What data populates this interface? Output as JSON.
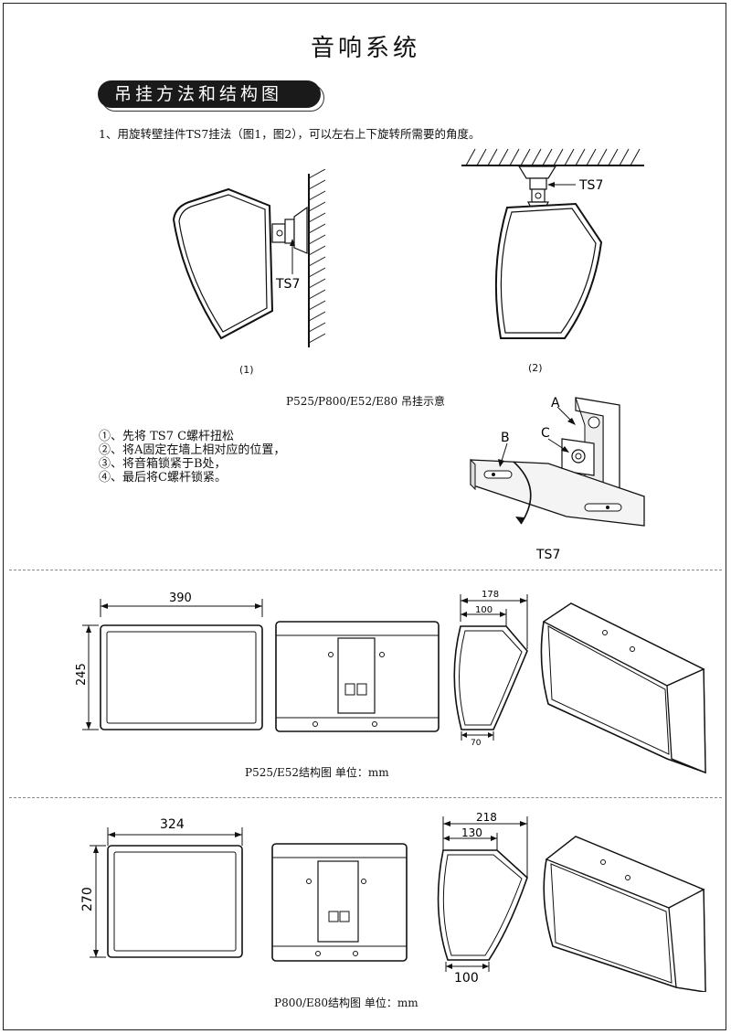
{
  "title": "音响系统",
  "section_heading": "吊挂方法和结构图",
  "step1_text": "1、用旋转壁挂件TS7挂法（图1，图2），可以左右上下旋转所需要的角度。",
  "fig1": {
    "label": "(1)",
    "part": "TS7"
  },
  "fig2": {
    "label": "(2)",
    "part": "TS7"
  },
  "hanging_caption": "P525/P800/E52/E80 吊挂示意",
  "steps": [
    "①、先将 TS7 C螺杆扭松",
    "②、将A固定在墙上相对应的位置，",
    "③、将音箱锁紧于B处，",
    "④、最后将C螺杆锁紧。"
  ],
  "bracket": {
    "label_a": "A",
    "label_b": "B",
    "label_c": "C",
    "part": "TS7"
  },
  "p525": {
    "caption": "P525/E52结构图 单位：mm",
    "width": "390",
    "height": "245",
    "depth": "178",
    "top_depth": "100",
    "bottom_depth": "70"
  },
  "p800": {
    "caption": "P800/E80结构图 单位：mm",
    "width": "324",
    "height": "270",
    "depth": "218",
    "top_depth": "130",
    "bottom_depth": "100"
  }
}
